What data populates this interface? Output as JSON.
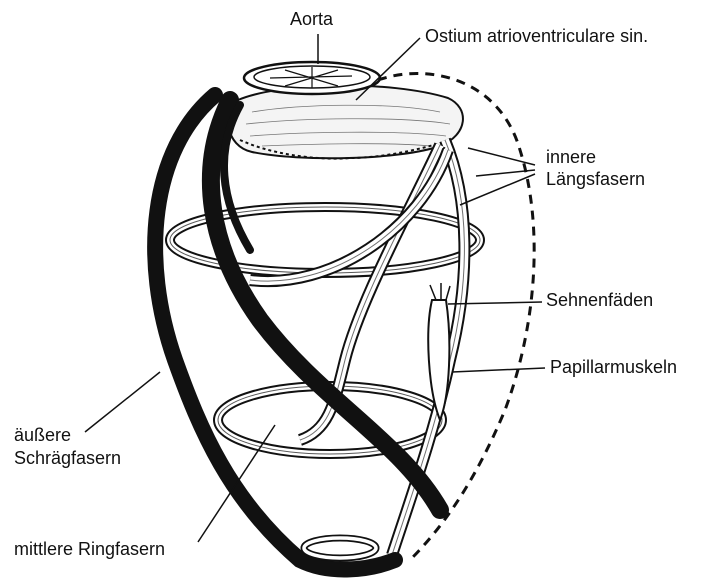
{
  "labels": {
    "aorta": "Aorta",
    "ostium": "Ostium atrioventriculare sin.",
    "innere_line1": "innere",
    "innere_line2": "Längsfasern",
    "sehnenfaeden": "Sehnenfäden",
    "papillarmuskeln": "Papillarmuskeln",
    "aeussere_line1": "äußere",
    "aeussere_line2": "Schrägfasern",
    "mittlere": "mittlere Ringfasern"
  },
  "colors": {
    "ink": "#111111",
    "paper": "#ffffff"
  }
}
